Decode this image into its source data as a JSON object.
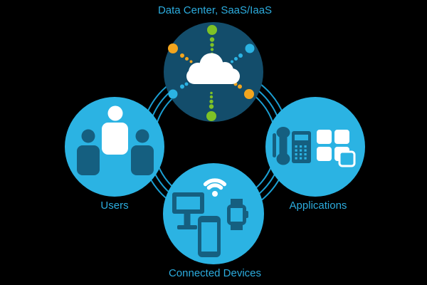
{
  "diagram": {
    "type": "cloud-topology-illustration",
    "title": "Data Center, SaaS/IaaS",
    "nodes": {
      "data_center": {
        "label": "Data Center, SaaS/IaaS",
        "icon": "cloud-icon",
        "position": "top"
      },
      "users": {
        "label": "Users",
        "icon": "people-group-icon",
        "position": "left"
      },
      "applications": {
        "label": "Applications",
        "icon": "phone-and-app-grid-icon",
        "position": "right"
      },
      "connected_devices": {
        "label": "Connected Devices",
        "icon": "monitor-phone-watch-wifi-icon",
        "position": "bottom"
      }
    },
    "connections": [
      "users - data_center",
      "data_center - applications",
      "applications - connected_devices",
      "connected_devices - users"
    ],
    "dot_rays": [
      {
        "direction": "north",
        "color": "green"
      },
      {
        "direction": "south",
        "color": "green"
      },
      {
        "direction": "northwest",
        "color": "orange"
      },
      {
        "direction": "southeast",
        "color": "orange"
      },
      {
        "direction": "northeast",
        "color": "blue"
      },
      {
        "direction": "southwest",
        "color": "blue"
      }
    ],
    "colors": {
      "background": "#000000",
      "node_fill": "#2BB3E3",
      "data_center_fill": "#134D6B",
      "icon_dark": "#155F80",
      "icon_white": "#FFFFFF",
      "ring_stroke": "#1B9FD3",
      "label_text": "#2CACDE",
      "dot_green": "#7EC226",
      "dot_orange": "#F2A51E",
      "dot_blue": "#2BB3E3"
    }
  }
}
